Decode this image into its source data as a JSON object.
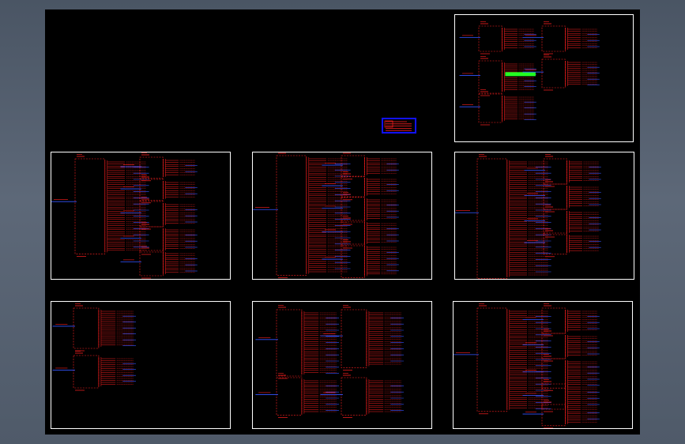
{
  "app": {
    "viewport_background": "#000000",
    "sheet_border_color": "#ffffff"
  },
  "colors": {
    "wire_red": "#ff2020",
    "wire_blue": "#3355ff",
    "highlight_green": "#22ff22",
    "title_block_blue": "#1111ff"
  },
  "title_block": {
    "label": ""
  },
  "sheets": [
    {
      "id": "sheet-1",
      "label": ""
    },
    {
      "id": "sheet-2",
      "label": ""
    },
    {
      "id": "sheet-3",
      "label": ""
    },
    {
      "id": "sheet-4",
      "label": ""
    },
    {
      "id": "sheet-5",
      "label": ""
    },
    {
      "id": "sheet-6",
      "label": ""
    },
    {
      "id": "sheet-7",
      "label": ""
    }
  ]
}
